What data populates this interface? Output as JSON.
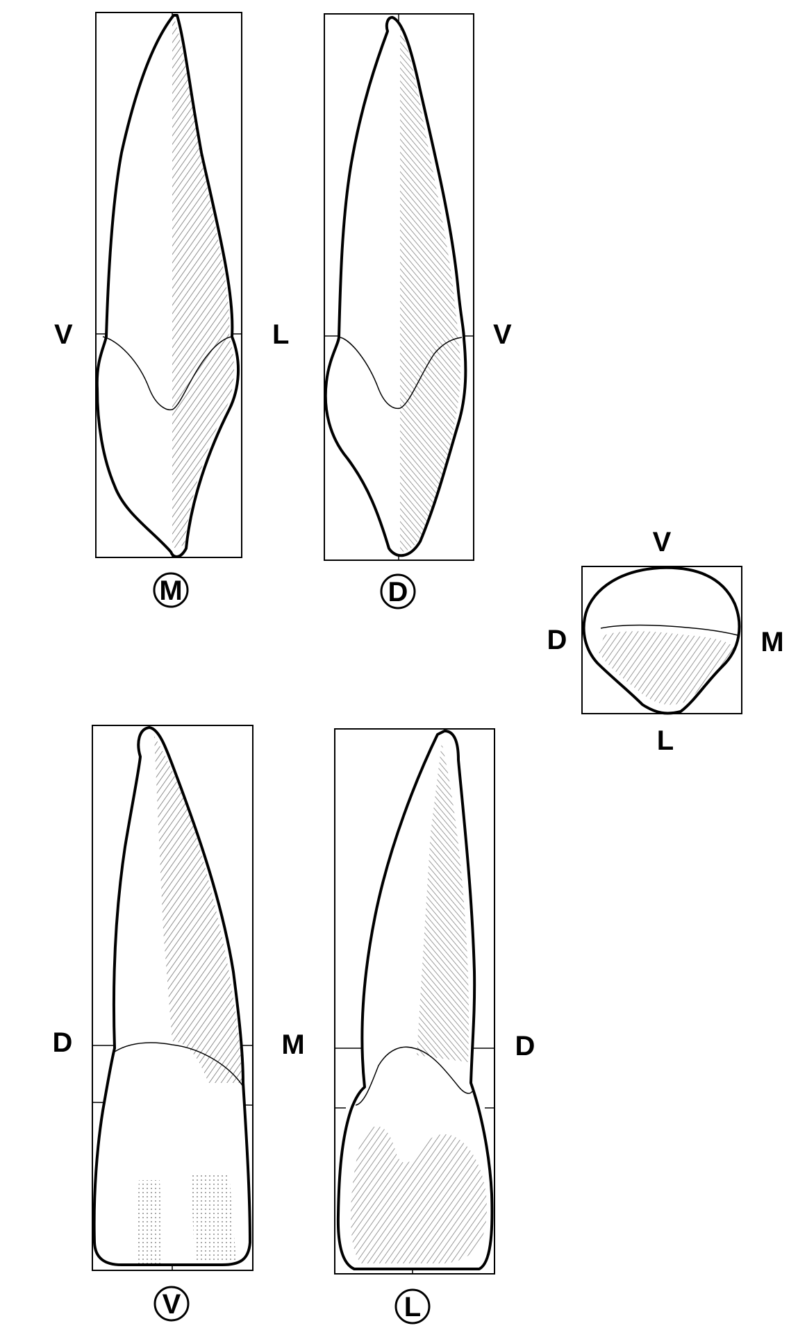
{
  "figure": {
    "views": [
      {
        "id": "mesial",
        "caption": "M",
        "left_label": "V",
        "right_label": "L"
      },
      {
        "id": "distal",
        "caption": "D",
        "right_label": "V"
      },
      {
        "id": "incisal",
        "top_label": "V",
        "left_label": "D",
        "right_label": "M",
        "bottom_label": "L"
      },
      {
        "id": "vestibular",
        "caption": "V",
        "left_label": "D",
        "right_label": "M"
      },
      {
        "id": "lingual",
        "caption": "L",
        "right_label": "D"
      }
    ]
  }
}
